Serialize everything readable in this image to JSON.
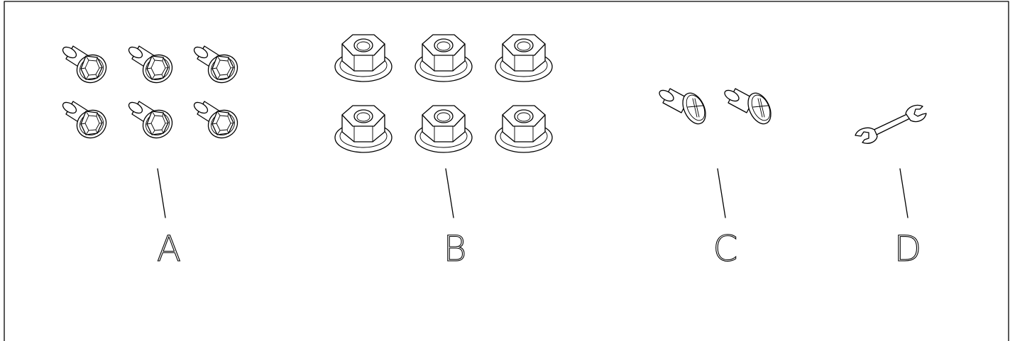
{
  "parts": [
    {
      "id": "A",
      "label": "A"
    },
    {
      "id": "B",
      "label": "B"
    },
    {
      "id": "C",
      "label": "C"
    },
    {
      "id": "D",
      "label": "D"
    }
  ]
}
